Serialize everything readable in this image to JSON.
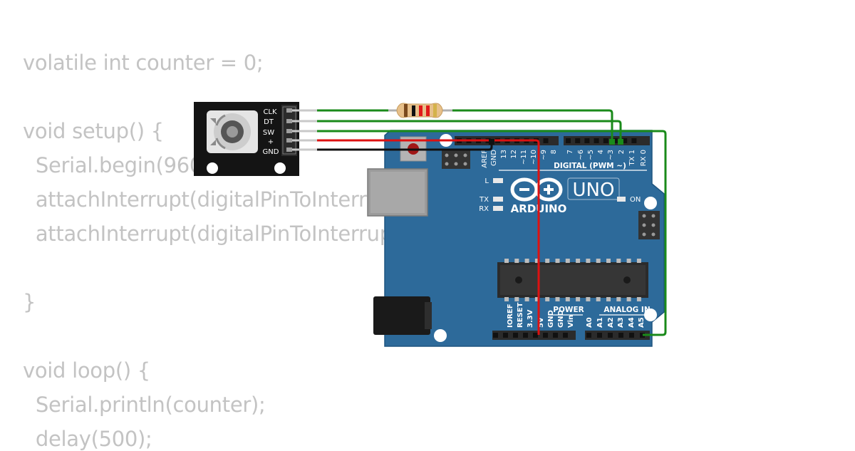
{
  "code": {
    "lines": [
      "volatile int counter = 0;",
      "",
      "void setup() {",
      "  Serial.begin(9600);",
      "  attachInterrupt(digitalPinToInterrupt(2), onClk, FALLING);",
      "  attachInterrupt(digitalPinToInterrupt(3), onDt, FALLING);",
      "",
      "}",
      "",
      "void loop() {",
      "  Serial.println(counter);",
      "  delay(500);"
    ]
  },
  "encoder": {
    "pins": [
      "CLK",
      "DT",
      "SW",
      "+",
      "GND"
    ]
  },
  "arduino": {
    "brand": "ARDUINO",
    "model": "UNO",
    "on_label": "ON",
    "led_l": "L",
    "led_tx": "TX",
    "led_rx": "RX",
    "digital_label": "DIGITAL (PWM ~)",
    "digital_pins": [
      "AREF",
      "GND",
      "13",
      "12",
      "~11",
      "~10",
      "~9",
      "8",
      "7",
      "~6",
      "~5",
      "4",
      "~3",
      "2",
      "TX 1",
      "RX 0"
    ],
    "power_label": "POWER",
    "power_pins": [
      "IOREF",
      "RESET",
      "3.3V",
      "5V",
      "GND",
      "GND",
      "Vin"
    ],
    "analog_label": "ANALOG IN",
    "analog_pins": [
      "A0",
      "A1",
      "A2",
      "A3",
      "A4",
      "A5"
    ]
  },
  "colors": {
    "board": "#2d6a9a",
    "wire_green": "#1a8a1a",
    "wire_red": "#dd1111",
    "wire_black": "#111111",
    "code_text": "#c3c3c3"
  }
}
